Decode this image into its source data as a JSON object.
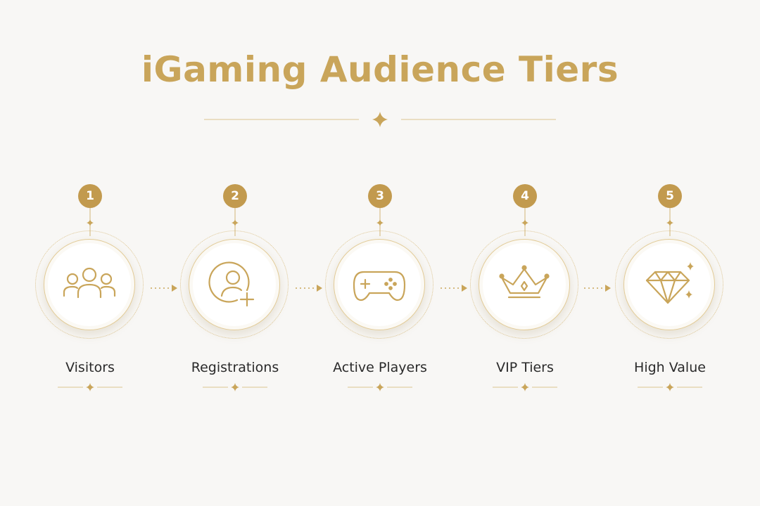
{
  "header": {
    "title": "iGaming Audience Tiers"
  },
  "colors": {
    "gold": "#c9a55a",
    "badge": "#c29a4e",
    "text": "#2a2a2a",
    "background": "#f8f7f5"
  },
  "tiers": [
    {
      "number": "1",
      "label": "Visitors",
      "icon": "users-group-icon"
    },
    {
      "number": "2",
      "label": "Registrations",
      "icon": "user-add-icon"
    },
    {
      "number": "3",
      "label": "Active Players",
      "icon": "gamepad-icon"
    },
    {
      "number": "4",
      "label": "VIP Tiers",
      "icon": "crown-icon"
    },
    {
      "number": "5",
      "label": "High Value",
      "icon": "diamond-icon"
    }
  ]
}
